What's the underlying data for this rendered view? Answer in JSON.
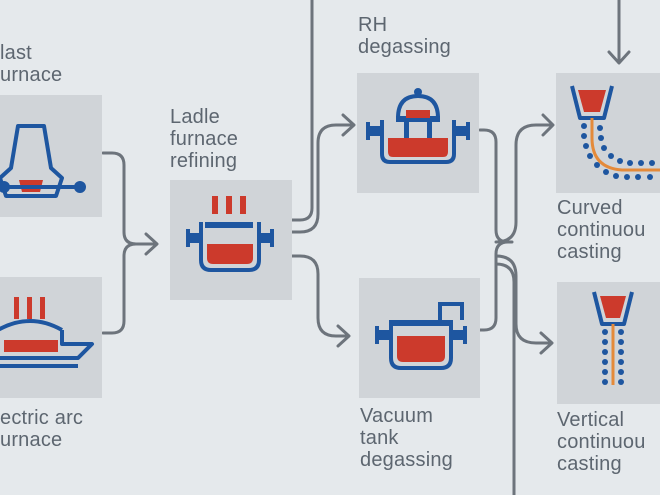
{
  "colors": {
    "background": "#e5e9ec",
    "tile": "#d0d4d8",
    "line": "#6d747c",
    "text": "#5d6670",
    "blue": "#1e56a0",
    "red": "#cc3a2c",
    "orange": "#e48a3a"
  },
  "nodes": {
    "blast_furnace": {
      "label_line1": "last",
      "label_line2": "urnace",
      "icon": "blast-furnace-icon"
    },
    "electric_arc_furnace": {
      "label_line1": "ectric arc",
      "label_line2": "urnace",
      "icon": "electric-arc-furnace-icon"
    },
    "ladle_furnace": {
      "label_line1": "Ladle",
      "label_line2": "furnace",
      "label_line3": "refining",
      "icon": "ladle-furnace-icon"
    },
    "rh_degassing": {
      "label_line1": "RH",
      "label_line2": "degassing",
      "icon": "rh-degasser-icon"
    },
    "vacuum_tank_degassing": {
      "label_line1": "Vacuum",
      "label_line2": "tank",
      "label_line3": "degassing",
      "icon": "vacuum-tank-icon"
    },
    "curved_continuous_casting": {
      "label_line1": "Curved",
      "label_line2": "continuou",
      "label_line3": "casting",
      "icon": "curved-caster-icon"
    },
    "vertical_continuous_casting": {
      "label_line1": "Vertical",
      "label_line2": "continuou",
      "label_line3": "casting",
      "icon": "vertical-caster-icon"
    }
  }
}
